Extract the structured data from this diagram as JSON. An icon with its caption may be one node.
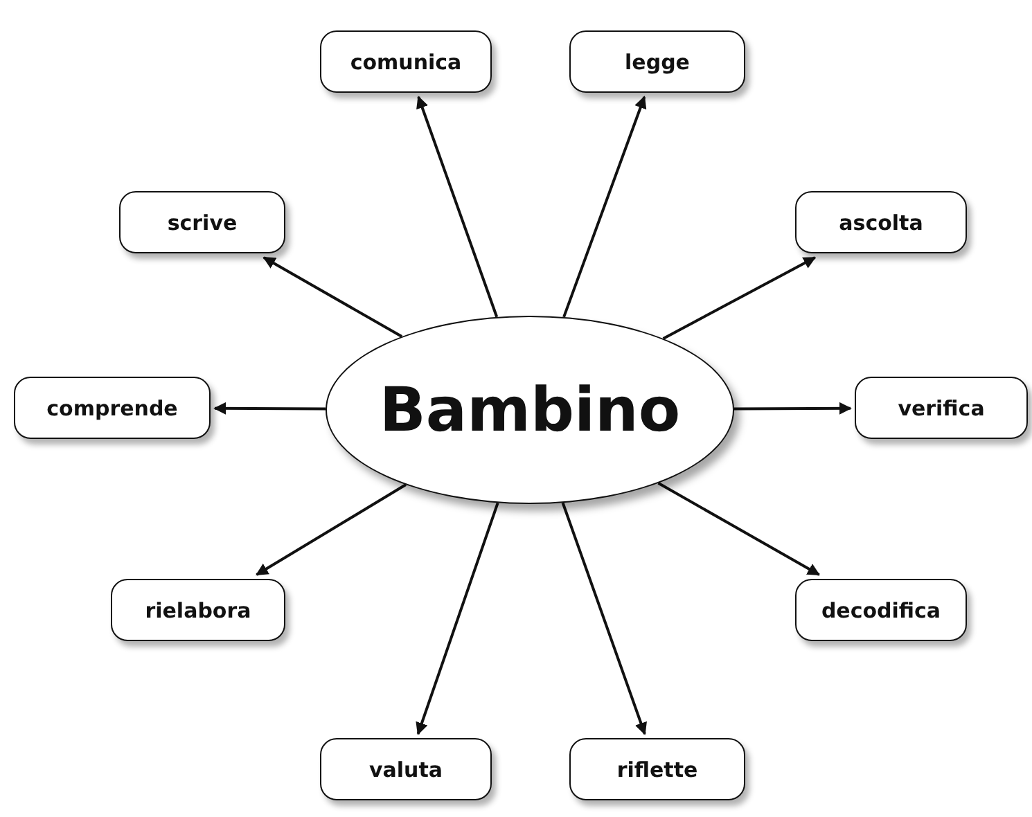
{
  "diagram": {
    "nodes": [
      {
        "text": [
          "comunica"
        ]
      },
      {
        "text": [
          "legge"
        ]
      },
      {
        "text": [
          "scrive"
        ]
      },
      {
        "text": [
          "ascolta"
        ]
      },
      {
        "text": [
          "comprende"
        ]
      },
      {
        "text": [
          "Bambino"
        ]
      },
      {
        "text": [
          "verifica"
        ]
      },
      {
        "text": [
          "rielabora"
        ]
      },
      {
        "text": [
          "decodifica"
        ]
      },
      {
        "text": [
          "valuta"
        ]
      },
      {
        "text": [
          "riflette"
        ]
      }
    ],
    "edges": [
      {
        "from": 5,
        "to": 0,
        "arrow": "to"
      },
      {
        "from": 5,
        "to": 1,
        "arrow": "to"
      },
      {
        "from": 5,
        "to": 2,
        "arrow": "to"
      },
      {
        "from": 5,
        "to": 3,
        "arrow": "to"
      },
      {
        "from": 5,
        "to": 4,
        "arrow": "to"
      },
      {
        "from": 5,
        "to": 6,
        "arrow": "to"
      },
      {
        "from": 5,
        "to": 7,
        "arrow": "to"
      },
      {
        "from": 5,
        "to": 8,
        "arrow": "to"
      },
      {
        "from": 5,
        "to": 9,
        "arrow": "to"
      },
      {
        "from": 5,
        "to": 10,
        "arrow": "to"
      }
    ]
  }
}
